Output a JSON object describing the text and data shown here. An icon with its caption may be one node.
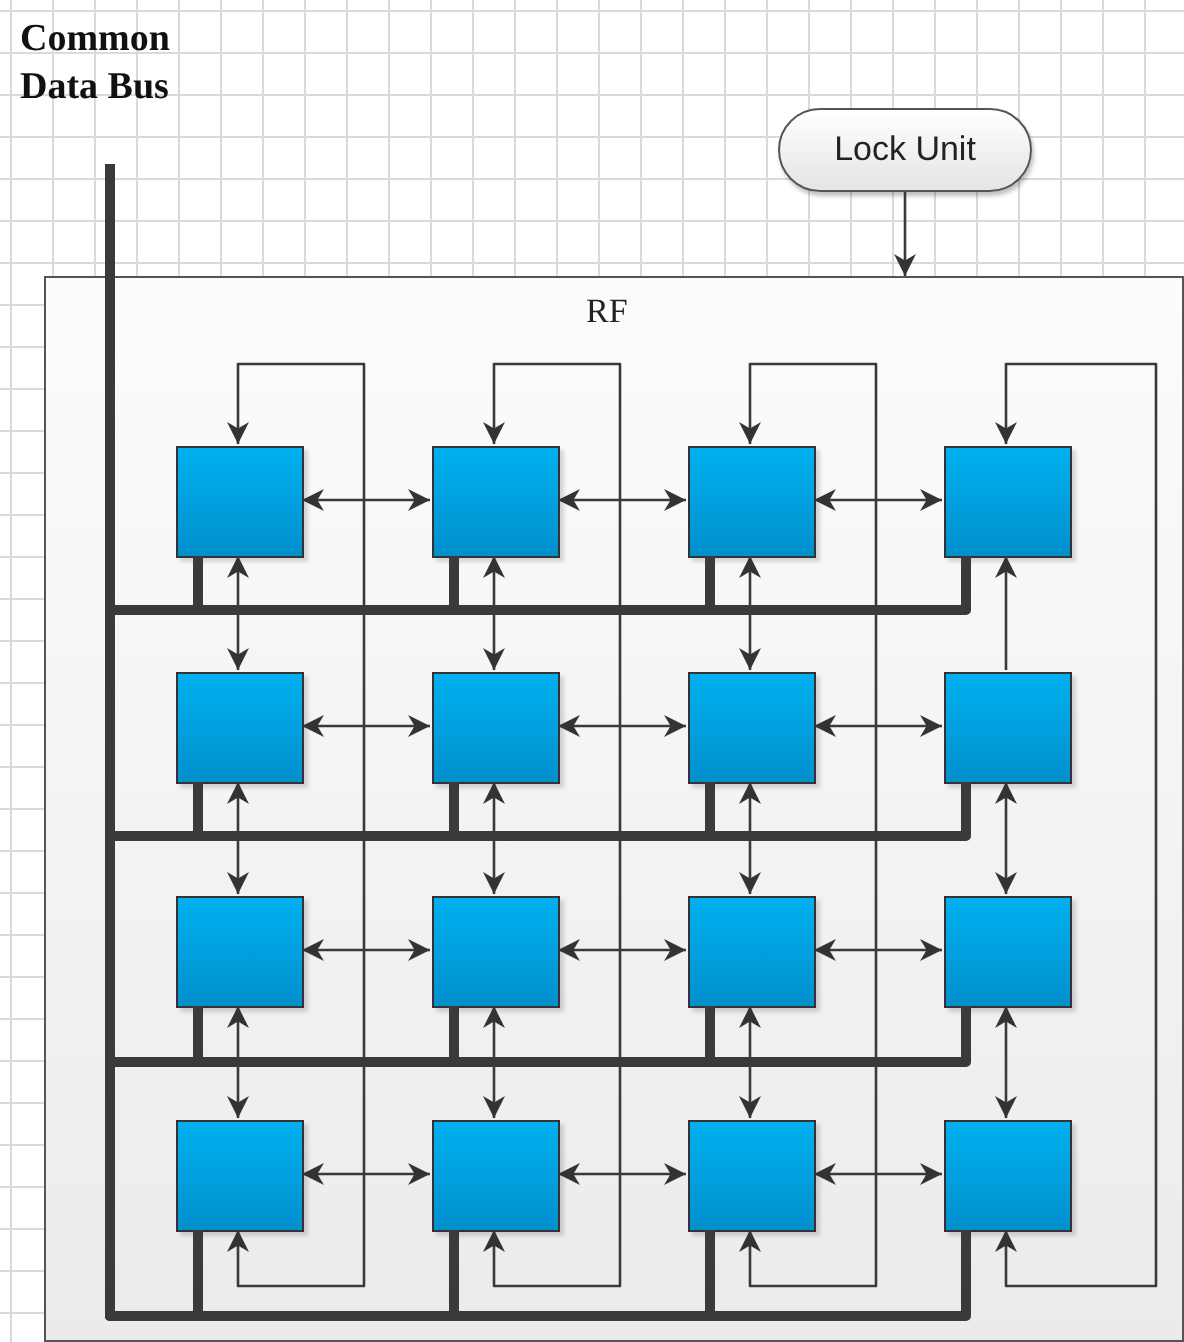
{
  "diagram": {
    "nodes": [
      {
        "text": [
          "Common Data Bus"
        ]
      },
      {
        "text": [
          "Lock Unit"
        ]
      },
      {
        "text": [
          "RF"
        ]
      },
      {
        "text": [],
        "shape": "box",
        "in": 2
      },
      {
        "text": [],
        "shape": "box",
        "in": 2
      },
      {
        "text": [],
        "shape": "box",
        "in": 2
      },
      {
        "text": [],
        "shape": "box",
        "in": 2
      },
      {
        "text": [],
        "shape": "box",
        "in": 2
      },
      {
        "text": [],
        "shape": "box",
        "in": 2
      },
      {
        "text": [],
        "shape": "box",
        "in": 2
      },
      {
        "text": [],
        "shape": "box",
        "in": 2
      },
      {
        "text": [],
        "shape": "box",
        "in": 2
      },
      {
        "text": [],
        "shape": "box",
        "in": 2
      },
      {
        "text": [],
        "shape": "box",
        "in": 2
      },
      {
        "text": [],
        "shape": "box",
        "in": 2
      },
      {
        "text": [],
        "shape": "box",
        "in": 2
      },
      {
        "text": [],
        "shape": "box",
        "in": 2
      },
      {
        "text": [],
        "shape": "box",
        "in": 2
      },
      {
        "text": [],
        "shape": "box",
        "in": 2
      }
    ],
    "edges": [
      {
        "from": 1,
        "to": 2,
        "arrow": "to"
      },
      {
        "from": 3,
        "to": 4,
        "arrow": "both"
      },
      {
        "from": 4,
        "to": 5,
        "arrow": "both"
      },
      {
        "from": 5,
        "to": 6,
        "arrow": "both"
      },
      {
        "from": 7,
        "to": 8,
        "arrow": "both"
      },
      {
        "from": 8,
        "to": 9,
        "arrow": "both"
      },
      {
        "from": 9,
        "to": 10,
        "arrow": "both"
      },
      {
        "from": 11,
        "to": 12,
        "arrow": "both"
      },
      {
        "from": 12,
        "to": 13,
        "arrow": "both"
      },
      {
        "from": 13,
        "to": 14,
        "arrow": "both"
      },
      {
        "from": 15,
        "to": 16,
        "arrow": "both"
      },
      {
        "from": 16,
        "to": 17,
        "arrow": "both"
      },
      {
        "from": 17,
        "to": 18,
        "arrow": "both"
      },
      {
        "from": 3,
        "to": 7,
        "arrow": "both"
      },
      {
        "from": 4,
        "to": 8,
        "arrow": "both"
      },
      {
        "from": 5,
        "to": 9,
        "arrow": "both"
      },
      {
        "from": 10,
        "to": 6,
        "arrow": "to"
      },
      {
        "from": 7,
        "to": 11,
        "arrow": "both"
      },
      {
        "from": 8,
        "to": 12,
        "arrow": "both"
      },
      {
        "from": 9,
        "to": 13,
        "arrow": "both"
      },
      {
        "from": 10,
        "to": 14,
        "arrow": "both"
      },
      {
        "from": 11,
        "to": 15,
        "arrow": "both"
      },
      {
        "from": 12,
        "to": 16,
        "arrow": "both"
      },
      {
        "from": 13,
        "to": 17,
        "arrow": "both"
      },
      {
        "from": 14,
        "to": 18,
        "arrow": "both"
      },
      {
        "from": 3,
        "to": 15,
        "arrow": "both"
      },
      {
        "from": 4,
        "to": 16,
        "arrow": "both"
      },
      {
        "from": 5,
        "to": 17,
        "arrow": "both"
      },
      {
        "from": 6,
        "to": 18,
        "arrow": "both"
      },
      {
        "from": 3,
        "to": 0,
        "arrow": "none",
        "style": "thick"
      },
      {
        "from": 4,
        "to": 0,
        "arrow": "none",
        "style": "thick"
      },
      {
        "from": 5,
        "to": 0,
        "arrow": "none",
        "style": "thick"
      },
      {
        "from": 6,
        "to": 0,
        "arrow": "none",
        "style": "thick"
      },
      {
        "from": 7,
        "to": 0,
        "arrow": "none",
        "style": "thick"
      },
      {
        "from": 8,
        "to": 0,
        "arrow": "none",
        "style": "thick"
      },
      {
        "from": 9,
        "to": 0,
        "arrow": "none",
        "style": "thick"
      },
      {
        "from": 10,
        "to": 0,
        "arrow": "none",
        "style": "thick"
      },
      {
        "from": 11,
        "to": 0,
        "arrow": "none",
        "style": "thick"
      },
      {
        "from": 12,
        "to": 0,
        "arrow": "none",
        "style": "thick"
      },
      {
        "from": 13,
        "to": 0,
        "arrow": "none",
        "style": "thick"
      },
      {
        "from": 14,
        "to": 0,
        "arrow": "none",
        "style": "thick"
      },
      {
        "from": 15,
        "to": 0,
        "arrow": "none",
        "style": "thick"
      },
      {
        "from": 16,
        "to": 0,
        "arrow": "none",
        "style": "thick"
      },
      {
        "from": 17,
        "to": 0,
        "arrow": "none",
        "style": "thick"
      },
      {
        "from": 18,
        "to": 0,
        "arrow": "none",
        "style": "thick"
      }
    ]
  }
}
